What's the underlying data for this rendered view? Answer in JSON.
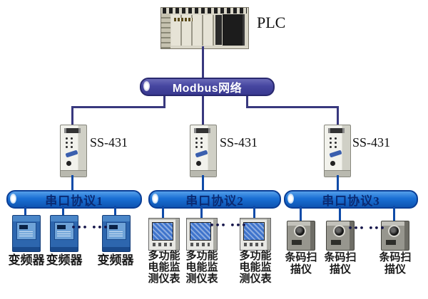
{
  "diagram": {
    "plc": {
      "label": "PLC"
    },
    "modbus_bus": {
      "label": "Modbus网络"
    },
    "branches": [
      {
        "converter": {
          "label": "SS-431"
        },
        "bus": {
          "label": "串口协议1"
        },
        "ellipsis": "••• •••",
        "devices": [
          {
            "label": "变频器"
          },
          {
            "label": "变频器"
          },
          {
            "label": "变频器"
          }
        ]
      },
      {
        "converter": {
          "label": "SS-431"
        },
        "bus": {
          "label": "串口协议2"
        },
        "ellipsis": "••• •••",
        "devices": [
          {
            "label": "多功能\n电能监\n测仪表"
          },
          {
            "label": "多功能\n电能监\n测仪表"
          },
          {
            "label": "多功能\n电能监\n测仪表"
          }
        ]
      },
      {
        "converter": {
          "label": "SS-431"
        },
        "bus": {
          "label": "串口协议3"
        },
        "ellipsis": "••• •••",
        "devices": [
          {
            "label": "条码扫\n描仪"
          },
          {
            "label": "条码扫\n描仪"
          },
          {
            "label": "条码扫\n描仪"
          }
        ]
      }
    ],
    "colors": {
      "modbus_bar": "#4646a0",
      "serial_bar": "#1a6fd4",
      "upper_line": "#38387e",
      "lower_line": "#0f4ba8"
    }
  }
}
